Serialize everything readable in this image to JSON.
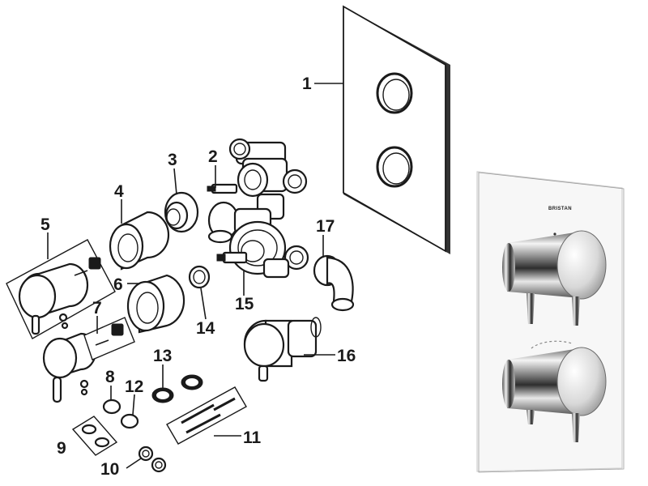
{
  "diagram": {
    "part_numbers": [
      "1",
      "2",
      "3",
      "4",
      "5",
      "6",
      "7",
      "8",
      "9",
      "10",
      "11",
      "12",
      "13",
      "14",
      "15",
      "16",
      "17"
    ]
  },
  "product_photo": {
    "brand": "BRISTAN"
  },
  "colors": {
    "line": "#1a1a1a",
    "background": "#ffffff",
    "chrome_dark": "#4a4a4a",
    "chrome_light": "#f4f4f4"
  }
}
